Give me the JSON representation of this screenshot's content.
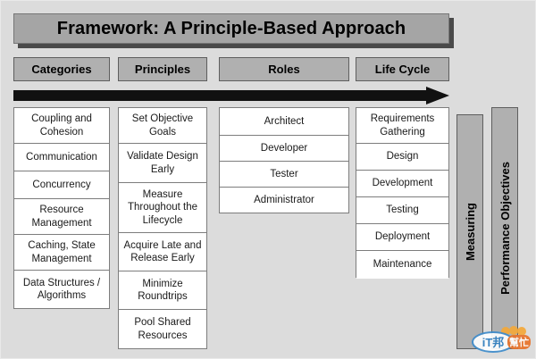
{
  "title": "Framework: A Principle-Based Approach",
  "colors": {
    "background": "#dcdcdc",
    "banner_fill": "#a5a5a5",
    "banner_border": "#767676",
    "tab_fill": "#b0b0b0",
    "tab_border": "#5e5e5e",
    "cell_fill": "#ffffff",
    "cell_border": "#7d7d7d",
    "arrow": "#111111",
    "text": "#000000"
  },
  "flow_arrow": {
    "name": "left-to-right-flow-arrow",
    "direction": "right"
  },
  "columns": [
    {
      "header": "Categories",
      "items": [
        "Coupling and Cohesion",
        "Communication",
        "Concurrency",
        "Resource Management",
        "Caching, State Management",
        "Data Structures / Algorithms"
      ]
    },
    {
      "header": "Principles",
      "items": [
        "Set Objective Goals",
        "Validate Design Early",
        "Measure Throughout the Lifecycle",
        "Acquire Late and Release Early",
        "Minimize Roundtrips",
        "Pool Shared Resources"
      ]
    },
    {
      "header": "Roles",
      "items": [
        "Architect",
        "Developer",
        "Tester",
        "Administrator"
      ]
    },
    {
      "header": "Life Cycle",
      "items": [
        "Requirements Gathering",
        "Design",
        "Development",
        "Testing",
        "Deployment",
        "Maintenance"
      ]
    }
  ],
  "side_bars": [
    {
      "label": "Measuring"
    },
    {
      "label": "Performance Objectives"
    }
  ],
  "watermark": {
    "primary": "iT邦",
    "secondary": "幫忙"
  }
}
